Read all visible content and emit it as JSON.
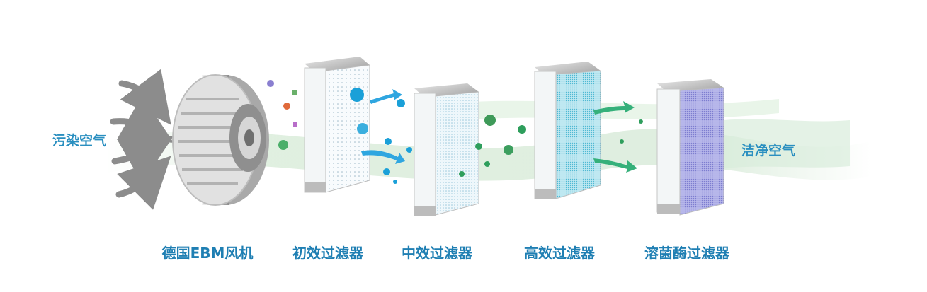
{
  "labels": {
    "input_air": "污染空气",
    "output_air": "洁净空气"
  },
  "stages": [
    {
      "name": "德国EBM风机"
    },
    {
      "name": "初效过滤器"
    },
    {
      "name": "中效过滤器"
    },
    {
      "name": "高效过滤器"
    },
    {
      "name": "溶菌酶过滤器"
    }
  ],
  "colors": {
    "label": "#1f7fb3",
    "arrow_gray": "#8c8c8c",
    "arrow_blue": "#2fa6e0",
    "arrow_green": "#35b07a",
    "particle_blue": "#1aa0d8",
    "particle_green": "#2e9e5c",
    "mist_green": "#cfe8cf",
    "lysozyme_purple": "#8f8fd6",
    "hepa_cyan": "#7fd3e3"
  },
  "icons": [
    "fan-icon",
    "filter-panel-icon",
    "airflow-arrow-icon",
    "particle-icon"
  ]
}
